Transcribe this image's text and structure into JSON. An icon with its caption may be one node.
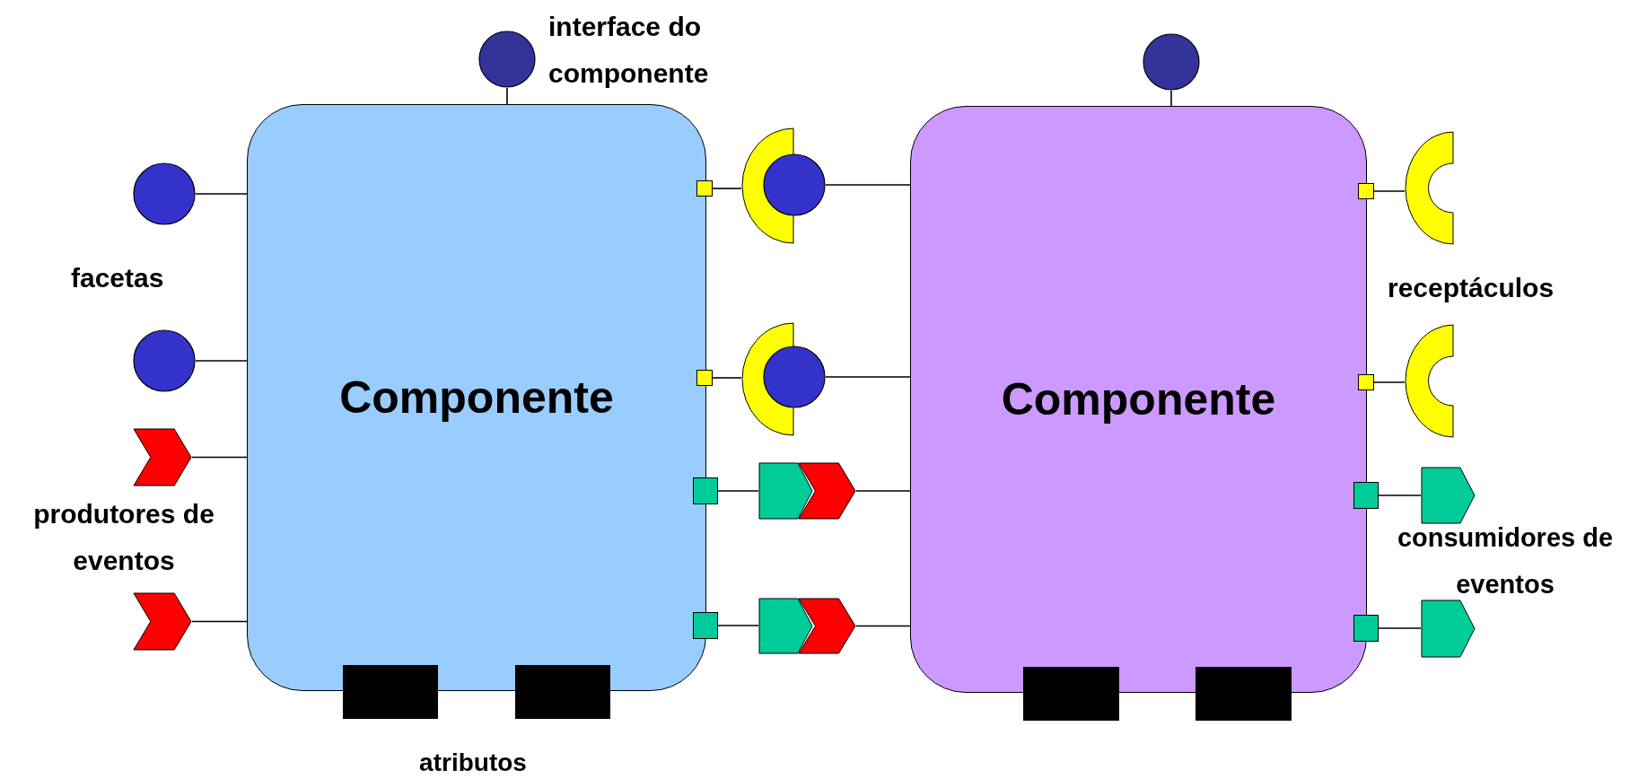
{
  "diagram": {
    "nodes": [
      {
        "text": [
          "Componente"
        ]
      },
      {
        "text": [
          "Componente"
        ]
      },
      {
        "text": [],
        "shape": "circle"
      },
      {
        "text": [],
        "shape": "circle"
      },
      {
        "text": [],
        "shape": "circle"
      },
      {
        "text": [],
        "shape": "circle"
      },
      {
        "text": [],
        "shape": "chevron"
      },
      {
        "text": [],
        "shape": "chevron"
      },
      {
        "text": [],
        "shape": "bar"
      },
      {
        "text": [],
        "shape": "bar"
      },
      {
        "text": [],
        "shape": "bar"
      },
      {
        "text": [],
        "shape": "bar"
      },
      {
        "text": [],
        "shape": "square"
      },
      {
        "text": [],
        "shape": "cup"
      },
      {
        "text": [],
        "shape": "circle"
      },
      {
        "text": [],
        "shape": "square"
      },
      {
        "text": [],
        "shape": "cup"
      },
      {
        "text": [],
        "shape": "circle"
      },
      {
        "text": [],
        "shape": "square"
      },
      {
        "text": [],
        "shape": "pentagon"
      },
      {
        "text": [],
        "shape": "chevron"
      },
      {
        "text": [],
        "shape": "square"
      },
      {
        "text": [],
        "shape": "pentagon"
      },
      {
        "text": [],
        "shape": "chevron"
      },
      {
        "text": [],
        "shape": "square"
      },
      {
        "text": [],
        "shape": "cup"
      },
      {
        "text": [],
        "shape": "square"
      },
      {
        "text": [],
        "shape": "cup"
      },
      {
        "text": [],
        "shape": "square"
      },
      {
        "text": [],
        "shape": "pentagon"
      },
      {
        "text": [],
        "shape": "square"
      },
      {
        "text": [],
        "shape": "pentagon"
      }
    ],
    "edges": [
      {
        "from": 2,
        "to": 0,
        "arrow": "none"
      },
      {
        "from": 3,
        "to": 1,
        "arrow": "none"
      },
      {
        "from": 4,
        "to": 0,
        "arrow": "none"
      },
      {
        "from": 5,
        "to": 0,
        "arrow": "none"
      },
      {
        "from": 6,
        "to": 0,
        "arrow": "none"
      },
      {
        "from": 7,
        "to": 0,
        "arrow": "none"
      },
      {
        "from": 12,
        "to": 13,
        "arrow": "none"
      },
      {
        "from": 14,
        "to": 1,
        "arrow": "none"
      },
      {
        "from": 15,
        "to": 16,
        "arrow": "none"
      },
      {
        "from": 17,
        "to": 1,
        "arrow": "none"
      },
      {
        "from": 18,
        "to": 19,
        "arrow": "none"
      },
      {
        "from": 20,
        "to": 1,
        "arrow": "none"
      },
      {
        "from": 21,
        "to": 22,
        "arrow": "none"
      },
      {
        "from": 23,
        "to": 1,
        "arrow": "none"
      },
      {
        "from": 24,
        "to": 25,
        "arrow": "none"
      },
      {
        "from": 26,
        "to": 27,
        "arrow": "none"
      },
      {
        "from": 28,
        "to": 29,
        "arrow": "none"
      },
      {
        "from": 30,
        "to": 31,
        "arrow": "none"
      }
    ],
    "labels": [
      "interface do componente",
      "facetas",
      "receptáculos",
      "produtores de eventos",
      "consumidores de eventos",
      "atributos"
    ]
  }
}
